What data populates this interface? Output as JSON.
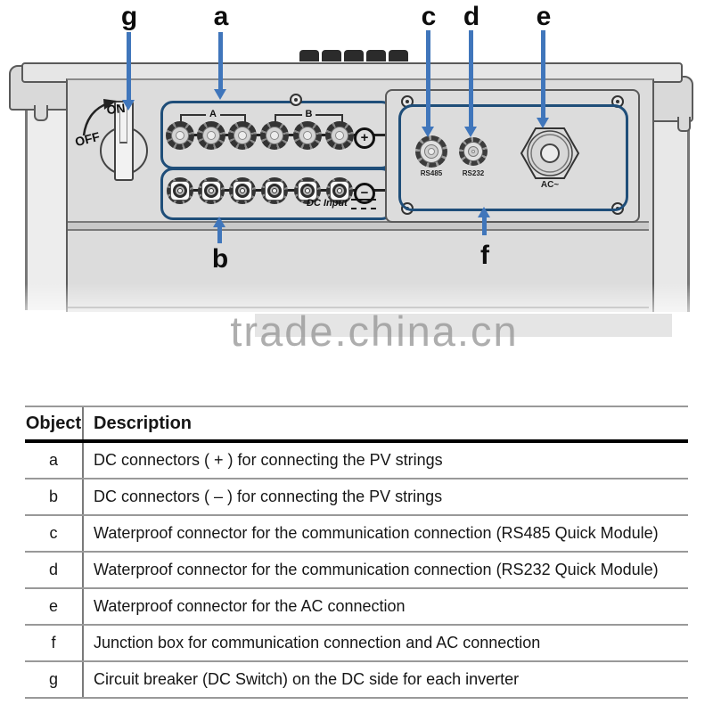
{
  "watermark": "trade.china.cn",
  "diagram": {
    "callout_labels": {
      "a": "a",
      "b": "b",
      "c": "c",
      "d": "d",
      "e": "e",
      "f": "f",
      "g": "g"
    },
    "switch": {
      "on": "ON",
      "off": "OFF"
    },
    "string_groups": {
      "group_a": "A",
      "group_b": "B"
    },
    "polarity": {
      "plus": "+",
      "minus": "−"
    },
    "dc_input_label": "DC Input",
    "ports": {
      "rs485": "RS485",
      "rs232": "RS232",
      "ac": "AC~"
    }
  },
  "table": {
    "headers": {
      "object": "Object",
      "description": "Description"
    },
    "rows": [
      {
        "object": "a",
        "description": "DC connectors ( + ) for connecting the PV strings"
      },
      {
        "object": "b",
        "description": "DC connectors ( – ) for connecting the PV strings"
      },
      {
        "object": "c",
        "description": "Waterproof connector for the communication connection (RS485 Quick Module)"
      },
      {
        "object": "d",
        "description": "Waterproof connector for the communication connection (RS232 Quick Module)"
      },
      {
        "object": "e",
        "description": "Waterproof connector for the AC connection"
      },
      {
        "object": "f",
        "description": "Junction box for communication connection and AC connection"
      },
      {
        "object": "g",
        "description": "Circuit breaker (DC Switch) on the DC side for each inverter"
      }
    ]
  },
  "colors": {
    "arrow_blue": "#4076bb",
    "outline_navy": "#1f4e79"
  }
}
